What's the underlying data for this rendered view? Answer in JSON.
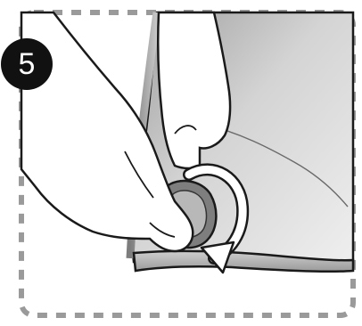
{
  "step": {
    "number": "5"
  },
  "colors": {
    "border_dash": "#9a9a9a",
    "badge_bg": "#111111",
    "badge_text": "#ffffff",
    "outline": "#1a1a1a",
    "shade_light": "#d8d8d8",
    "shade_dark": "#8e8e8e"
  },
  "icons": {
    "rotate_arrow": "rotation-arrow-icon",
    "hand_left": "left-hand",
    "hand_right": "right-hand"
  }
}
